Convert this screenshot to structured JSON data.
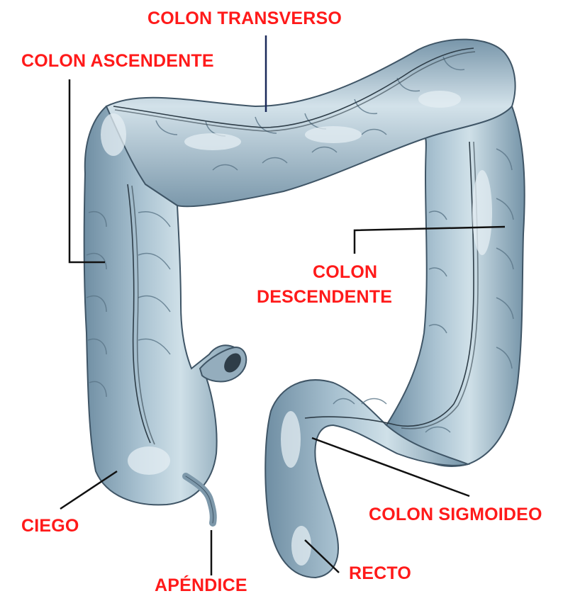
{
  "colors": {
    "label": "#ff1a1a",
    "leader_line": "#111111",
    "organ_fill": "#9fb9c9",
    "organ_shade": "#6f8ea3",
    "organ_highlight": "#d9e7ee",
    "organ_outline": "#3f5566",
    "background": "#ffffff"
  },
  "labels": {
    "colon_transverso": "COLON TRANSVERSO",
    "colon_ascendente": "COLON ASCENDENTE",
    "colon_descendente_line1": "COLON",
    "colon_descendente_line2": "DESCENDENTE",
    "colon_sigmoideo": "COLON SIGMOIDEO",
    "ciego": "CIEGO",
    "apendice": "APÉNDICE",
    "recto": "RECTO"
  }
}
